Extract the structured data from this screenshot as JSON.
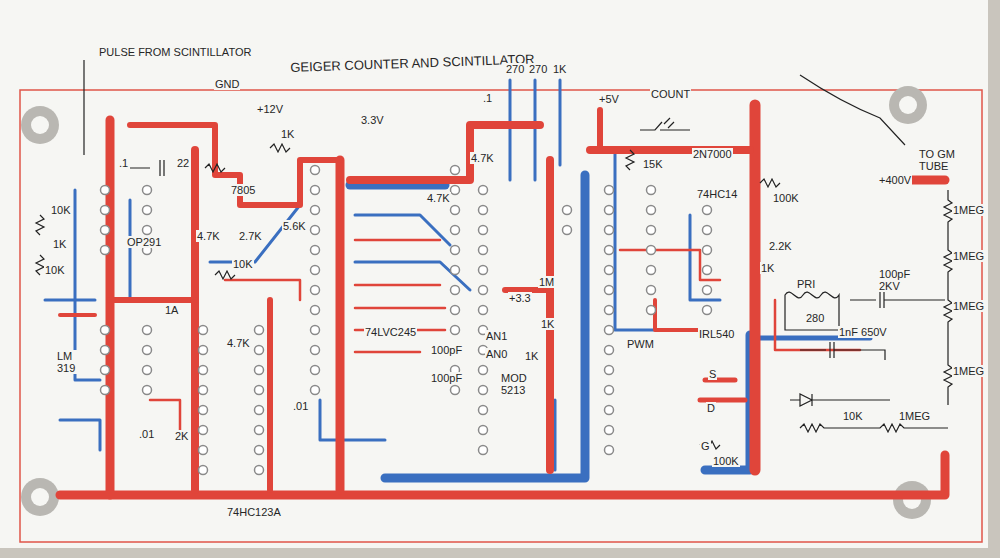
{
  "diagram": {
    "title": "GEIGER COUNTER AND SCINTILLATOR",
    "labels": [
      "PULSE FROM SCINTILLATOR",
      "GND",
      "+12V",
      "3.3V",
      ".1",
      "270",
      "270",
      "1K",
      "+5V",
      "COUNT",
      "TO GM TUBE",
      "+400V",
      "1MEG",
      "1MEG",
      "1MEG",
      "1MEG",
      "1K",
      ".1",
      "22",
      "7805",
      "10K",
      "1K",
      "10K",
      "OP291",
      "4.7K",
      "2.7K",
      "5.6K",
      "10K",
      "LM 319",
      "4.7K",
      ".01",
      "74LVC245",
      "4.7K",
      "4.7K",
      "+3.3",
      "1M",
      "1K",
      "AN1",
      "AN0",
      "100pF",
      "100pF",
      "1K",
      "MOD 5213",
      "PWM",
      "IRL540",
      "S",
      "D",
      "G",
      "100K",
      "15K",
      "2N7000",
      "74HC14",
      "100K",
      "2.2K",
      "1K",
      "PRI",
      "280",
      "100pF 2KV",
      "1nF 650V",
      "10K",
      "1MEG",
      "74HC123A",
      ".01",
      "2K",
      "1A"
    ]
  }
}
